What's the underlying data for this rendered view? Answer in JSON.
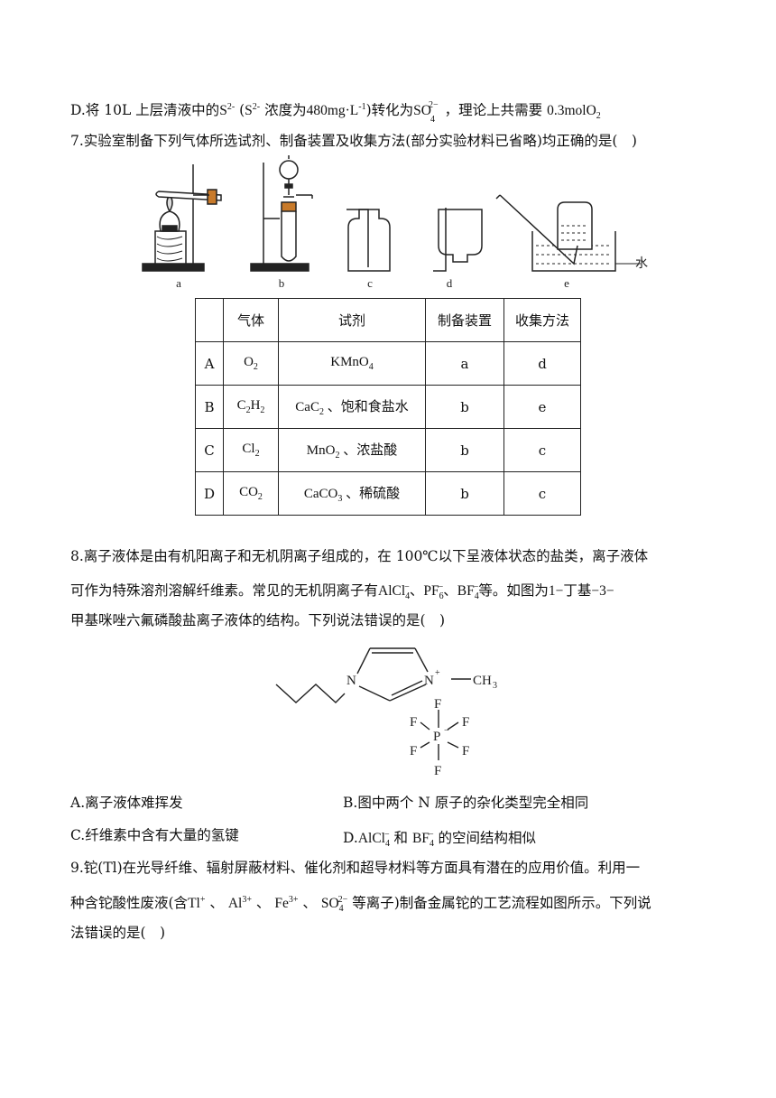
{
  "q6d": {
    "prefix": "D.将 10L 上层清液中的",
    "ion1": "S",
    "ion1_charge": "2-",
    "paren_open": "(",
    "ion2": "S",
    "ion2_charge": "2-",
    "conc_text": "浓度为",
    "conc_value": "480mg·L",
    "conc_exp": "-1",
    "paren_close": ")转化为",
    "so4": "SO",
    "so4_sub": "4",
    "so4_sup": "2−",
    "suffix": "，理论上共需要",
    "amount": "0.3molO",
    "amount_sub": "2"
  },
  "q7": {
    "stem": "7.实验室制备下列气体所选试剂、制备装置及收集方法(部分实验材料已省略)均正确的是(　)",
    "apparatus_labels": [
      "a",
      "b",
      "c",
      "d",
      "e"
    ],
    "water_label": "水",
    "table": {
      "headers": [
        "",
        "气体",
        "试剂",
        "制备装置",
        "收集方法"
      ],
      "rows": [
        {
          "opt": "A",
          "gas": "O",
          "gas_sub": "2",
          "reagent": "KMnO",
          "reagent_sub": "4",
          "reagent_rest": "",
          "device": "a",
          "collect": "d"
        },
        {
          "opt": "B",
          "gas": "C",
          "gas_sub": "2",
          "gas2": "H",
          "gas2_sub": "2",
          "reagent": "CaC",
          "reagent_sub": "2",
          "reagent_rest": " 、饱和食盐水",
          "device": "b",
          "collect": "e"
        },
        {
          "opt": "C",
          "gas": "Cl",
          "gas_sub": "2",
          "reagent": "MnO",
          "reagent_sub": "2",
          "reagent_rest": " 、浓盐酸",
          "device": "b",
          "collect": "c"
        },
        {
          "opt": "D",
          "gas": "CO",
          "gas_sub": "2",
          "reagent": "CaCO",
          "reagent_sub": "3",
          "reagent_rest": " 、稀硫酸",
          "device": "b",
          "collect": "c"
        }
      ]
    }
  },
  "q8": {
    "line1": "8.离子液体是由有机阳离子和无机阴离子组成的，在 100℃以下呈液体状态的盐类，离子液体",
    "line2_a": "可作为特殊溶剂溶解纤维素。常见的无机阴离子有",
    "ion_a": "AlCl",
    "ion_a_sub": "4",
    "ion_b": "PF",
    "ion_b_sub": "6",
    "ion_c": "BF",
    "ion_c_sub": "4",
    "sep": "、",
    "line2_b": "等。如图为",
    "line2_c": "1−丁基−3−",
    "line3": "甲基咪唑六氟磷酸盐离子液体的结构。下列说法错误的是(　)",
    "structure": {
      "n1": "N",
      "n2": "N",
      "n2_charge": "+",
      "methyl": "CH",
      "methyl_sub": "3",
      "p": "P",
      "p_charge": "−",
      "f": "F"
    },
    "optA": "A.离子液体难挥发",
    "optB": "B.图中两个 N 原子的杂化类型完全相同",
    "optC": "C.纤维素中含有大量的氢键",
    "optD_prefix": "D.",
    "optD_ion1": "AlCl",
    "optD_ion1_sub": "4",
    "optD_mid": " 和 ",
    "optD_ion2": "BF",
    "optD_ion2_sub": "4",
    "optD_suffix": " 的空间结构相似"
  },
  "q9": {
    "line1": "9.铊(Tl)在光导纤维、辐射屏蔽材料、催化剂和超导材料等方面具有潜在的应用价值。利用一",
    "line2_a": "种含铊酸性废液(含",
    "ion1": "Tl",
    "ion1_sup": "+",
    "ion2": "Al",
    "ion2_sup": "3+",
    "ion3": "Fe",
    "ion3_sup": "3+",
    "ion4": "SO",
    "ion4_sub": "4",
    "ion4_sup": "2−",
    "sep": " 、 ",
    "line2_b": " 等离子)制备金属铊的工艺流程如图所示。下列说",
    "line3": "法错误的是(　)"
  }
}
